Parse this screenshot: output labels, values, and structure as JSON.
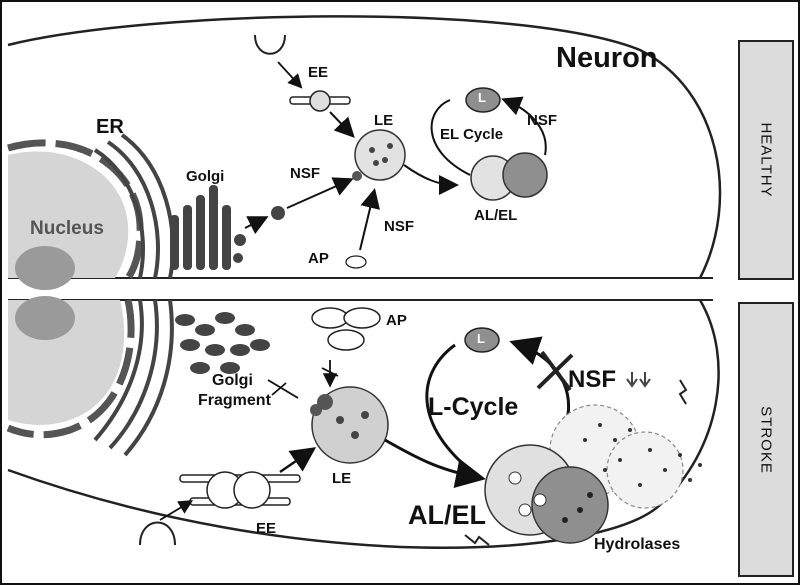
{
  "title": "Neuron",
  "panels": {
    "top": "HEALTHY",
    "bottom": "STROKE"
  },
  "healthy": {
    "er": "ER",
    "nucleus": "Nucleus",
    "golgi": "Golgi",
    "ee": "EE",
    "le": "LE",
    "nsf_1": "NSF",
    "nsf_2": "NSF",
    "nsf_3": "NSF",
    "ap": "AP",
    "cycle": "EL Cycle",
    "lysosome": "L",
    "al_el": "AL/EL"
  },
  "stroke": {
    "ap": "AP",
    "lysosome": "L",
    "nsf": "NSF",
    "golgi_fragment_1": "Golgi",
    "golgi_fragment_2": "Fragment",
    "cycle": "L-Cycle",
    "le": "LE",
    "ee": "EE",
    "al_el": "AL/EL",
    "hydrolases": "Hydrolases"
  },
  "colors": {
    "dark": "#4a4a4a",
    "mid": "#8a8a8a",
    "light": "#d9d9d9",
    "panel": "#dcdcdc"
  }
}
